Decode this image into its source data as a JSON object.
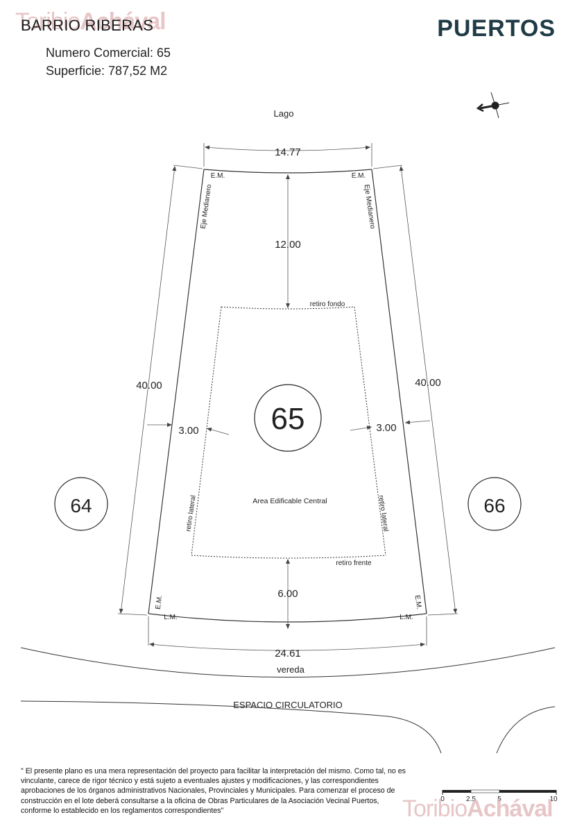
{
  "header": {
    "title": "BARRIO RIBERAS",
    "numero_comercial": "Numero Comercial: 65",
    "superficie": "Superficie: 787,52 M2",
    "logo": "PUERTOS",
    "compass_icon": "compass-icon"
  },
  "watermark": {
    "part1": "Toribio",
    "part2": "Achával"
  },
  "plan": {
    "lago": "Lago",
    "top_width": "14.77",
    "bottom_width": "24.61",
    "left_length": "40.00",
    "right_length": "40.00",
    "retiro_fondo_dist": "12.00",
    "retiro_frente_dist": "6.00",
    "left_setback": "3.00",
    "right_setback": "3.00",
    "lot_number": "65",
    "left_neighbor": "64",
    "right_neighbor": "66",
    "em": "E.M.",
    "lm": "L.M.",
    "eje_medianero": "Eje Medianero",
    "retiro_fondo": "retiro fondo",
    "retiro_frente": "retiro frente",
    "retiro_lateral": "retiro lateral",
    "area_edificable": "Area Edificable Central",
    "vereda": "vereda",
    "espacio": "ESPACIO CIRCULATORIO"
  },
  "scale_bar": {
    "ticks": [
      "0",
      "2.5",
      "5",
      "10"
    ]
  },
  "footer": {
    "disclaimer": "\" El presente plano es una mera representación del proyecto para facilitar la interpretación del mismo. Como tal, no es vinculante, carece de rigor técnico y está sujeto a eventuales ajustes y modificaciones, y las correspondientes aprobaciones de los órganos administrativos Nacionales, Provinciales y Municipales. Para comenzar el proceso de construcción en el lote deberá consultarse a la oficina de Obras Particulares de la Asociación Vecinal Puertos, conforme lo establecido en los reglamentos correspondientes\""
  }
}
